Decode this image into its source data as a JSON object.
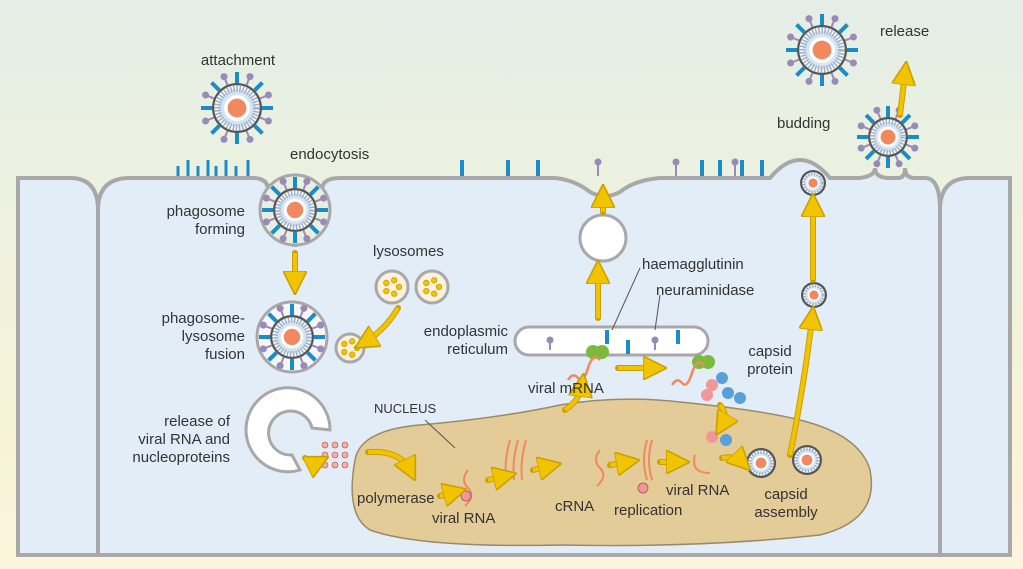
{
  "title": "Influenza virus replication cycle",
  "labels": {
    "attachment": "attachment",
    "endocytosis": "endocytosis",
    "phagosome_forming": [
      "phagosome",
      "forming"
    ],
    "lysosomes": "lysosomes",
    "phagosome_lysosome_fusion": [
      "phagosome-",
      "lysosome",
      "fusion"
    ],
    "endoplasmic_reticulum": [
      "endoplasmic",
      "reticulum"
    ],
    "haemagglutinin": "haemagglutinin",
    "neuraminidase": "neuraminidase",
    "capsid_protein": [
      "capsid",
      "protein"
    ],
    "viral_mrna": "viral mRNA",
    "release_of_rna": [
      "release of",
      "viral RNA and",
      "nucleoproteins"
    ],
    "nucleus": "NUCLEUS",
    "polymerase": "polymerase",
    "viral_rna_1": "viral RNA",
    "crna": "cRNA",
    "replication": "replication",
    "viral_rna_2": "viral RNA",
    "capsid_assembly": [
      "capsid",
      "assembly"
    ],
    "budding": "budding",
    "release": "release"
  },
  "colors": {
    "cell": "#e3edf8",
    "membrane": "#a8a8a8",
    "nucleus": "#e3cc98",
    "haemagglutinin": "#1a8cc8",
    "neuraminidase": "#9a8ab8",
    "rna": "#f08860",
    "arrow": "#f2c400",
    "ribosome": "#7cba3c",
    "protein_pink": "#f09898",
    "protein_blue": "#5aa0d8",
    "lysosome_dot": "#f2c400"
  }
}
